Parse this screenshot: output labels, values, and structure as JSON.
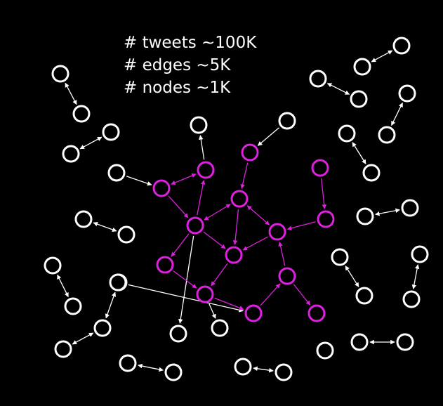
{
  "stats": [
    "# tweets ~100K",
    "# edges ~5K",
    "# nodes ~1K"
  ],
  "colors": {
    "background": "#000000",
    "peripheral_node": "#ffffff",
    "core_node": "#e020e0",
    "peripheral_edge": "#ffffff",
    "core_edge": "#e020e0"
  },
  "nodes": [
    {
      "id": "w1",
      "group": "peripheral"
    },
    {
      "id": "w2",
      "group": "peripheral"
    },
    {
      "id": "w3",
      "group": "peripheral"
    },
    {
      "id": "w4",
      "group": "peripheral"
    },
    {
      "id": "w5",
      "group": "peripheral"
    },
    {
      "id": "w6",
      "group": "peripheral"
    },
    {
      "id": "w7",
      "group": "peripheral"
    },
    {
      "id": "w8",
      "group": "peripheral"
    },
    {
      "id": "w9",
      "group": "peripheral"
    },
    {
      "id": "w10",
      "group": "peripheral"
    },
    {
      "id": "w11",
      "group": "peripheral"
    },
    {
      "id": "w12",
      "group": "peripheral"
    },
    {
      "id": "w13",
      "group": "peripheral"
    },
    {
      "id": "w14",
      "group": "peripheral"
    },
    {
      "id": "w15",
      "group": "peripheral"
    },
    {
      "id": "w16",
      "group": "peripheral"
    },
    {
      "id": "w17",
      "group": "peripheral"
    },
    {
      "id": "w18",
      "group": "peripheral"
    },
    {
      "id": "w19",
      "group": "peripheral"
    },
    {
      "id": "w20",
      "group": "peripheral"
    },
    {
      "id": "w21",
      "group": "peripheral"
    },
    {
      "id": "w22",
      "group": "peripheral"
    },
    {
      "id": "w23",
      "group": "peripheral"
    },
    {
      "id": "w24",
      "group": "peripheral"
    },
    {
      "id": "w25",
      "group": "peripheral"
    },
    {
      "id": "w26",
      "group": "peripheral"
    },
    {
      "id": "w27",
      "group": "peripheral"
    },
    {
      "id": "w28",
      "group": "peripheral"
    },
    {
      "id": "w29",
      "group": "peripheral"
    },
    {
      "id": "w30",
      "group": "peripheral"
    },
    {
      "id": "w31",
      "group": "peripheral"
    },
    {
      "id": "w32",
      "group": "peripheral"
    },
    {
      "id": "w33",
      "group": "peripheral"
    },
    {
      "id": "w34",
      "group": "peripheral"
    },
    {
      "id": "w35",
      "group": "peripheral"
    },
    {
      "id": "w36",
      "group": "peripheral"
    },
    {
      "id": "w37",
      "group": "peripheral"
    },
    {
      "id": "w38",
      "group": "peripheral"
    },
    {
      "id": "w39",
      "group": "peripheral"
    },
    {
      "id": "w40",
      "group": "peripheral"
    },
    {
      "id": "w41",
      "group": "peripheral"
    },
    {
      "id": "w42",
      "group": "peripheral"
    },
    {
      "id": "w43",
      "group": "peripheral"
    },
    {
      "id": "m1",
      "group": "core"
    },
    {
      "id": "m2",
      "group": "core"
    },
    {
      "id": "m3",
      "group": "core"
    },
    {
      "id": "m4",
      "group": "core"
    },
    {
      "id": "m5",
      "group": "core"
    },
    {
      "id": "m6",
      "group": "core"
    },
    {
      "id": "m7",
      "group": "core"
    },
    {
      "id": "m8",
      "group": "core"
    },
    {
      "id": "m9",
      "group": "core"
    },
    {
      "id": "m10",
      "group": "core"
    },
    {
      "id": "m11",
      "group": "core"
    },
    {
      "id": "m12",
      "group": "core"
    },
    {
      "id": "m13",
      "group": "core"
    },
    {
      "id": "m14",
      "group": "core"
    },
    {
      "id": "m15",
      "group": "core"
    }
  ],
  "edges": [
    {
      "a": "w1",
      "b": "w2",
      "dir": "both",
      "group": "peripheral"
    },
    {
      "a": "w3",
      "b": "w4",
      "dir": "both",
      "group": "peripheral"
    },
    {
      "a": "w5",
      "b": "m1",
      "dir": "to",
      "group": "peripheral"
    },
    {
      "a": "w6",
      "b": "w7",
      "dir": "both",
      "group": "peripheral"
    },
    {
      "a": "w8",
      "b": "w9",
      "dir": "both",
      "group": "peripheral"
    },
    {
      "a": "w10",
      "b": "w11",
      "dir": "both",
      "group": "peripheral"
    },
    {
      "a": "w12",
      "b": "w13",
      "dir": "both",
      "group": "peripheral"
    },
    {
      "a": "w14",
      "b": "m2",
      "dir": "from",
      "group": "peripheral"
    },
    {
      "a": "w15",
      "b": "m3",
      "dir": "to",
      "group": "peripheral"
    },
    {
      "a": "w16",
      "b": "w17",
      "dir": "both",
      "group": "peripheral"
    },
    {
      "a": "w18",
      "b": "w19",
      "dir": "both",
      "group": "peripheral"
    },
    {
      "a": "w20",
      "b": "w21",
      "dir": "both",
      "group": "peripheral"
    },
    {
      "a": "w22",
      "b": "w23",
      "dir": "both",
      "group": "peripheral"
    },
    {
      "a": "w24",
      "b": "w25",
      "dir": "both",
      "group": "peripheral"
    },
    {
      "a": "w26",
      "b": "w27",
      "dir": "both",
      "group": "peripheral"
    },
    {
      "a": "w28",
      "b": "w29",
      "dir": "both",
      "group": "peripheral"
    },
    {
      "a": "w30",
      "b": "w31",
      "dir": "both",
      "group": "peripheral"
    },
    {
      "a": "w32",
      "b": "m5",
      "dir": "from",
      "group": "peripheral"
    },
    {
      "a": "w33",
      "b": "m11",
      "dir": "from",
      "group": "peripheral"
    },
    {
      "a": "w34",
      "b": "m12",
      "dir": "to",
      "group": "peripheral"
    },
    {
      "a": "w35",
      "b": "w36",
      "dir": "both",
      "group": "peripheral"
    },
    {
      "a": "w37",
      "b": "w38",
      "dir": "both",
      "group": "peripheral"
    },
    {
      "a": "w39",
      "b": "w40",
      "dir": "both",
      "group": "peripheral"
    },
    {
      "a": "w41",
      "b": "w42",
      "dir": "both",
      "group": "peripheral"
    },
    {
      "a": "w43",
      "b": "w42",
      "dir": "to",
      "group": "peripheral"
    },
    {
      "a": "m1",
      "b": "m2",
      "dir": "both",
      "group": "core"
    },
    {
      "a": "m1",
      "b": "m5",
      "dir": "to",
      "group": "core"
    },
    {
      "a": "m2",
      "b": "m5",
      "dir": "from",
      "group": "core"
    },
    {
      "a": "m3",
      "b": "m4",
      "dir": "to",
      "group": "core"
    },
    {
      "a": "m4",
      "b": "m5",
      "dir": "both",
      "group": "core"
    },
    {
      "a": "m4",
      "b": "m6",
      "dir": "both",
      "group": "core"
    },
    {
      "a": "m4",
      "b": "m7",
      "dir": "to",
      "group": "core"
    },
    {
      "a": "m5",
      "b": "m7",
      "dir": "to",
      "group": "core"
    },
    {
      "a": "m5",
      "b": "m9",
      "dir": "to",
      "group": "core"
    },
    {
      "a": "m8",
      "b": "m6",
      "dir": "to",
      "group": "core"
    },
    {
      "a": "m6",
      "b": "m7",
      "dir": "to",
      "group": "core"
    },
    {
      "a": "m7",
      "b": "m11",
      "dir": "to",
      "group": "core"
    },
    {
      "a": "m9",
      "b": "m11",
      "dir": "to",
      "group": "core"
    },
    {
      "a": "m10",
      "b": "m8",
      "dir": "to",
      "group": "core"
    },
    {
      "a": "m11",
      "b": "m12",
      "dir": "to",
      "group": "core"
    },
    {
      "a": "m12",
      "b": "m13",
      "dir": "to",
      "group": "core"
    },
    {
      "a": "m13",
      "b": "m6",
      "dir": "to",
      "group": "core"
    },
    {
      "a": "m13",
      "b": "m14",
      "dir": "to",
      "group": "core"
    },
    {
      "a": "w43",
      "b": "w42",
      "dir": "none",
      "group": "peripheral"
    }
  ]
}
